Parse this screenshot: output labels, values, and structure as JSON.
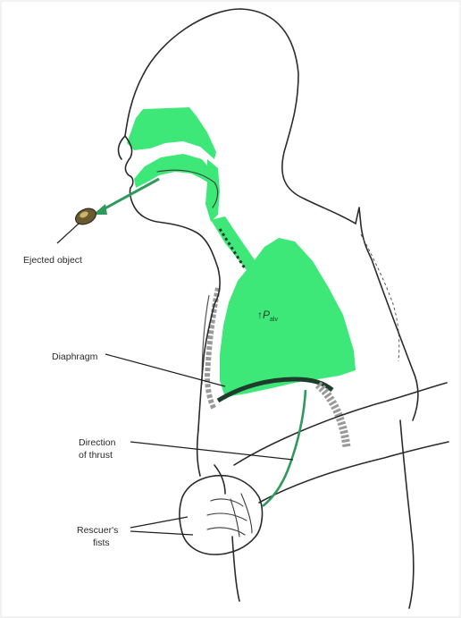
{
  "colors": {
    "airway": "#3ee878",
    "outline": "#2b2b2b",
    "thrust_arrow": "#2f9a5c",
    "diaphragm": "#1e3d2a",
    "ribs": "#9a9a9a",
    "object": "#6b5a2e"
  },
  "labels": {
    "ejected_object": "Ejected object",
    "pressure_symbol": "P",
    "pressure_subscript": "alv",
    "pressure_arrow": "↑",
    "diaphragm": "Diaphragm",
    "direction_line1": "Direction",
    "direction_line2": "of thrust",
    "fists_line1": "Rescuer's",
    "fists_line2": "fists"
  }
}
